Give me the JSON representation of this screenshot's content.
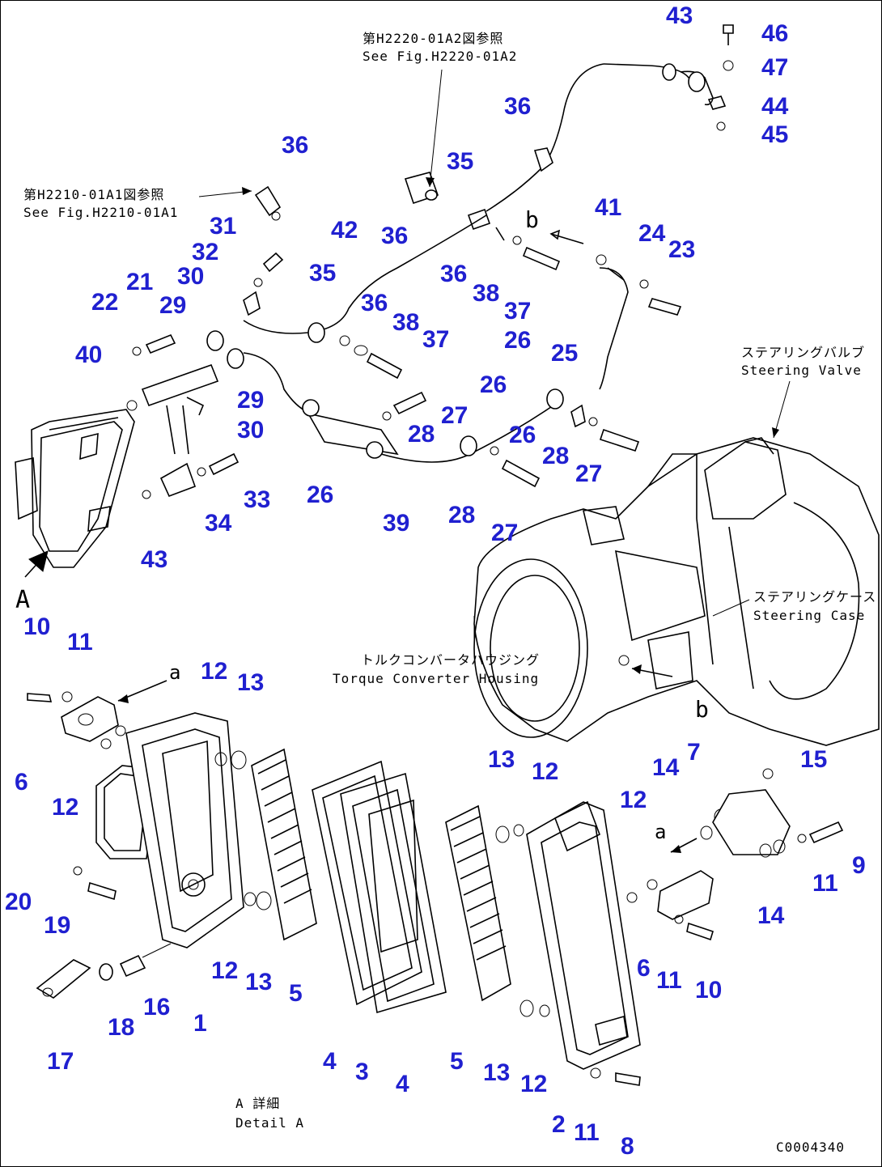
{
  "diagram": {
    "notes": {
      "fig_ref_1_jp": "第H2220-01A2図参照",
      "fig_ref_1_en": "See Fig.H2220-01A2",
      "fig_ref_2_jp": "第H2210-01A1図参照",
      "fig_ref_2_en": "See Fig.H2210-01A1",
      "steering_valve_jp": "ステアリングバルブ",
      "steering_valve_en": "Steering Valve",
      "steering_case_jp": "ステアリングケース",
      "steering_case_en": "Steering Case",
      "torque_conv_jp": "トルクコンバータハウジング",
      "torque_conv_en": "Torque Converter Housing",
      "detail_jp": "A 詳細",
      "detail_en": "Detail A",
      "letter_A": "A",
      "letter_a1": "a",
      "letter_a2": "a",
      "letter_b1": "b",
      "letter_b2": "b",
      "drawing_code": "C0004340"
    },
    "callouts": {
      "n43a": "43",
      "n46": "46",
      "n47": "47",
      "n44": "44",
      "n45": "45",
      "n36a": "36",
      "n36b": "36",
      "n36c": "36",
      "n36d": "36",
      "n36e": "36",
      "n35a": "35",
      "n35b": "35",
      "n41": "41",
      "n24": "24",
      "n23": "23",
      "n31": "31",
      "n32": "32",
      "n42": "42",
      "n30a": "30",
      "n30b": "30",
      "n38a": "38",
      "n38b": "38",
      "n37a": "37",
      "n37b": "37",
      "n21": "21",
      "n22": "22",
      "n29a": "29",
      "n29b": "29",
      "n40": "40",
      "n26a": "26",
      "n26b": "26",
      "n26c": "26",
      "n26d": "26",
      "n25": "25",
      "n27a": "27",
      "n27b": "27",
      "n27c": "27",
      "n28a": "28",
      "n28b": "28",
      "n28c": "28",
      "n33": "33",
      "n34": "34",
      "n43b": "43",
      "n39": "39",
      "n10a": "10",
      "n11a": "11",
      "n12a": "12",
      "n13a": "13",
      "n6a": "6",
      "n12b": "12",
      "n13b": "13",
      "n12c": "12",
      "n14a": "14",
      "n7": "7",
      "n15": "15",
      "n12d": "12",
      "n9": "9",
      "n11b": "11",
      "n14b": "14",
      "n20": "20",
      "n19": "19",
      "n12e": "12",
      "n13c": "13",
      "n5a": "5",
      "n16": "16",
      "n18": "18",
      "n1": "1",
      "n17": "17",
      "n6b": "6",
      "n11c": "11",
      "n10b": "10",
      "n4a": "4",
      "n3": "3",
      "n4b": "4",
      "n5b": "5",
      "n13d": "13",
      "n12f": "12",
      "n2": "2",
      "n11d": "11",
      "n8": "8"
    }
  }
}
